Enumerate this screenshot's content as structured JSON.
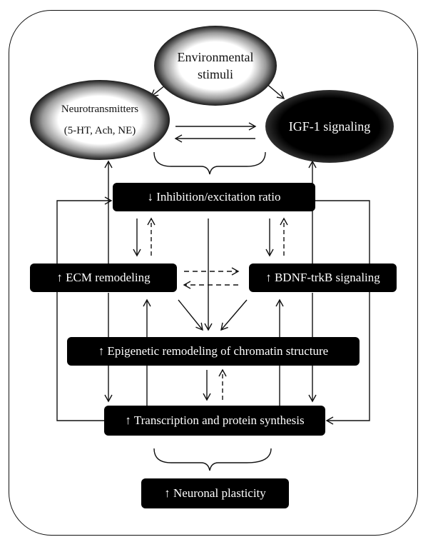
{
  "nodes": {
    "environmental_stimuli": {
      "line1": "Environmental",
      "line2": "stimuli"
    },
    "neurotransmitters": {
      "line1": "Neurotransmitters",
      "line2": "(5-HT, Ach, NE)"
    },
    "igf1": {
      "label": "IGF-1 signaling"
    },
    "inhibition": {
      "label": "↓ Inhibition/excitation ratio"
    },
    "ecm": {
      "label": "↑ ECM remodeling"
    },
    "bdnf": {
      "label": "↑ BDNF-trkB signaling"
    },
    "epigenetic": {
      "label": "↑ Epigenetic remodeling of chromatin structure"
    },
    "transcription": {
      "label": "↑ Transcription and protein synthesis"
    },
    "plasticity": {
      "label": "↑ Neuronal plasticity"
    }
  }
}
